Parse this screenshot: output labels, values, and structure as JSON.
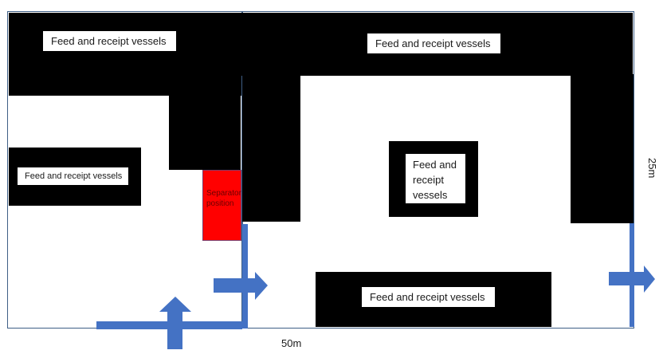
{
  "diagram": {
    "title": "Plant layout — separator position",
    "vessel_labels": {
      "top_left": "Feed and receipt vessels",
      "top_right": "Feed and receipt vessels",
      "middle_left": "Feed and receipt vessels",
      "center": "Feed and receipt vessels",
      "bottom": "Feed and receipt vessels"
    },
    "separator_label": "Separator position",
    "dimensions": {
      "width": "50m",
      "height": "25m"
    },
    "colors": {
      "vessel": "#000000",
      "separator": "#ff0000",
      "flow_arrow": "#4472c4",
      "outline": "#3f5f86"
    },
    "flow_arrows": [
      {
        "name": "inlet-up",
        "direction": "up"
      },
      {
        "name": "mid-right",
        "direction": "right"
      },
      {
        "name": "exit-right",
        "direction": "right"
      }
    ]
  }
}
